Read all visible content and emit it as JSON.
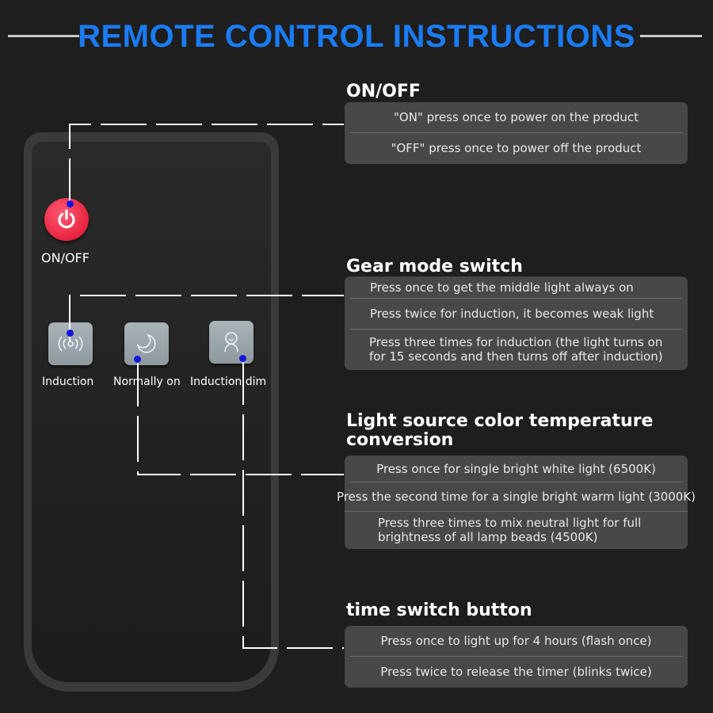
{
  "header": {
    "title": "REMOTE CONTROL INSTRUCTIONS"
  },
  "remote": {
    "buttons": [
      {
        "label": "ON/OFF",
        "icon": "power-icon",
        "color": "#e8233f"
      },
      {
        "label": "Induction",
        "icon": "signal-icon"
      },
      {
        "label": "Normally on",
        "icon": "moon-icon"
      },
      {
        "label": "Induction dim",
        "icon": "person-icon"
      }
    ]
  },
  "sections": [
    {
      "title": "ON/OFF",
      "items": [
        "\"ON\" press once to power on the product",
        "\"OFF\" press once to power off the product"
      ]
    },
    {
      "title": "Gear mode switch",
      "items": [
        "Press once to get the middle light always on",
        "Press twice for induction, it becomes weak light",
        "Press three times for induction (the light turns on for 15 seconds and then turns off after induction)"
      ]
    },
    {
      "title_line1": "Light source color temperature",
      "title_line2": "conversion",
      "items": [
        "Press once for single bright white light (6500K)",
        "Press the second time for a single bright warm light (3000K)",
        "Press three times to mix neutral light for full brightness of all lamp beads (4500K)"
      ]
    },
    {
      "title": "time switch button",
      "items": [
        "Press once to light up for 4 hours (flash once)",
        "Press twice to release the timer (blinks twice)"
      ]
    }
  ],
  "colors": {
    "accent": "#1a7cf5",
    "marker": "#1515e0"
  }
}
